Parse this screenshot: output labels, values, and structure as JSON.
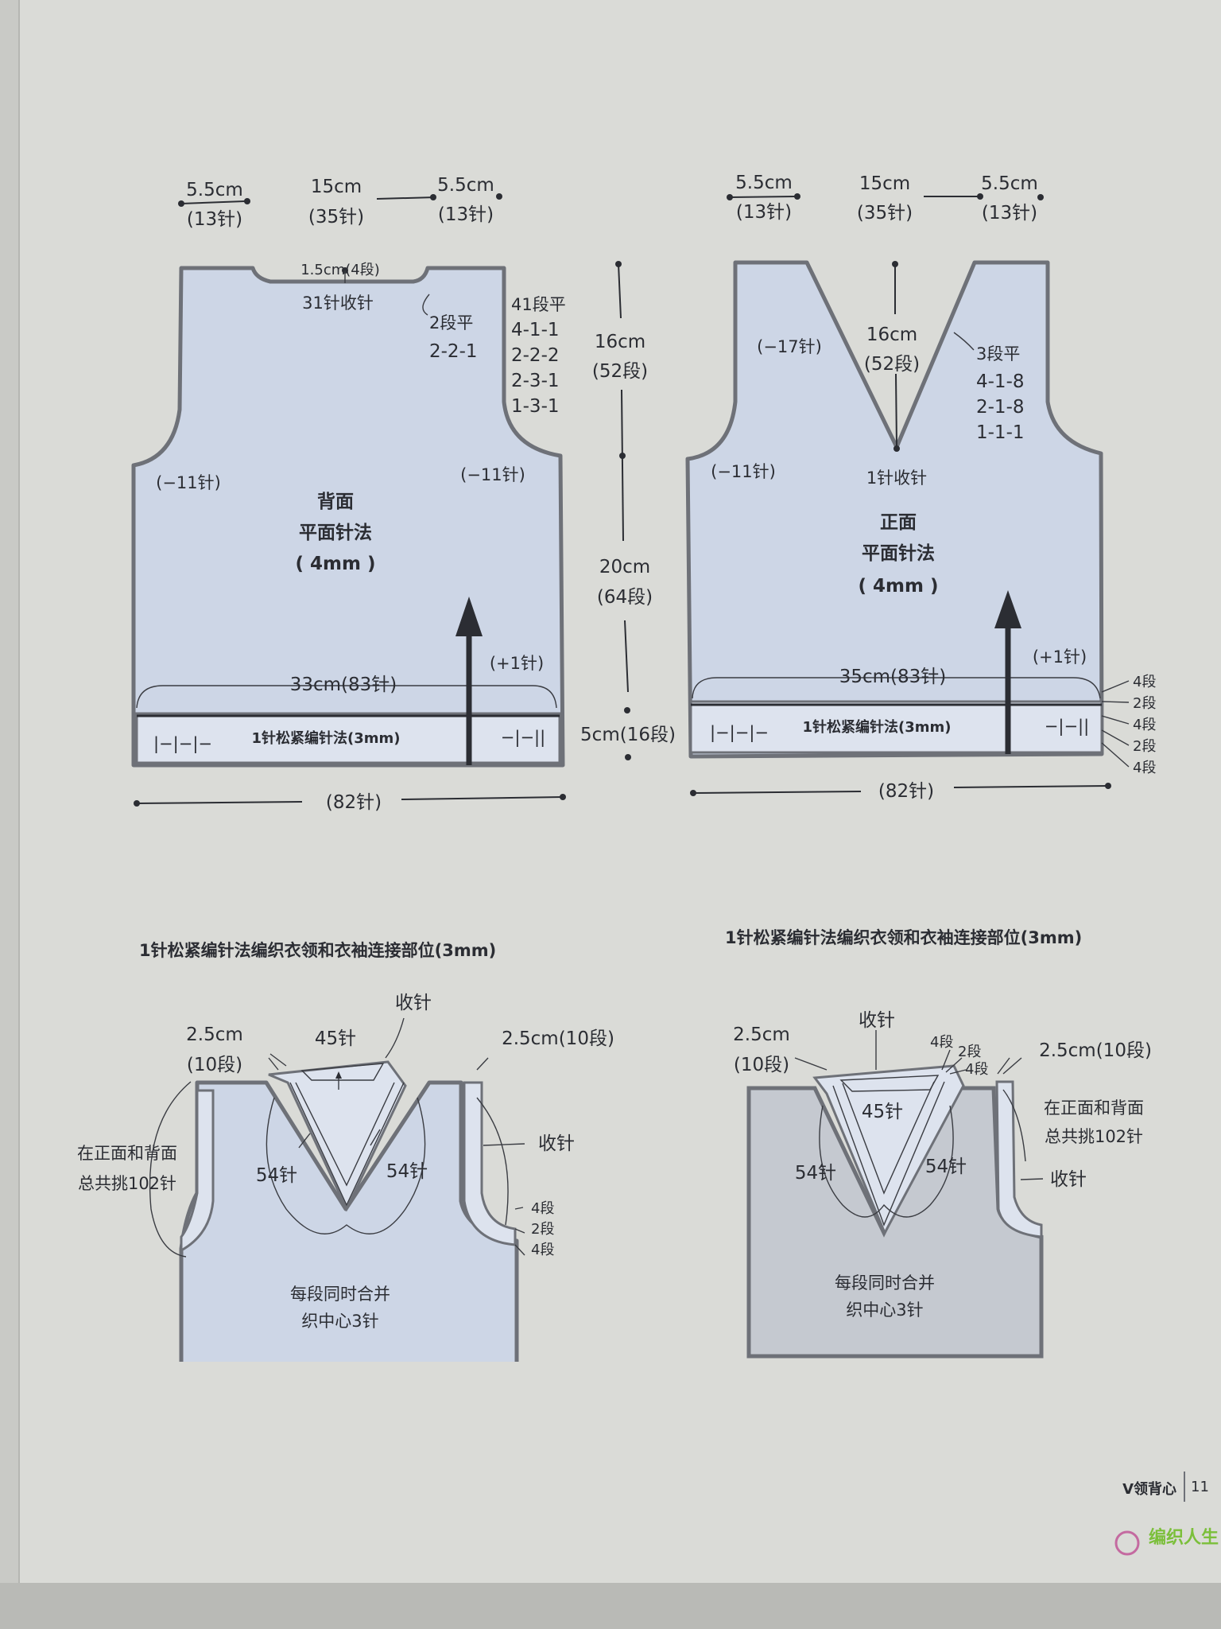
{
  "back": {
    "top_dims": [
      {
        "cm": "5.5cm",
        "st": "(13针)"
      },
      {
        "cm": "15cm",
        "st": "(35针)"
      },
      {
        "cm": "5.5cm",
        "st": "(13针)"
      }
    ],
    "neck_depth": "1.5cm(4段)",
    "neck_decrease": "31针收针",
    "shoulder_shaping": [
      "2段平",
      "2-2-1"
    ],
    "armhole_shaping": [
      "41段平",
      "4-1-1",
      "2-2-2",
      "2-3-1",
      "1-3-1"
    ],
    "left_dec": "(−11针)",
    "right_dec": "(−11针)",
    "title": "背面",
    "stitch": "平面针法",
    "needle": "( 4mm )",
    "inc": "(+1针)",
    "width": "33cm(83针)",
    "rib_label": "1针松紧编针法(3mm)",
    "rib_left": "|−|−|−",
    "rib_right": "−|−||",
    "bottom": "(82针)"
  },
  "side": {
    "upper": {
      "cm": "16cm",
      "rows": "(52段)"
    },
    "lower": {
      "cm": "20cm",
      "rows": "(64段)"
    },
    "rib": "5cm(16段)"
  },
  "front": {
    "top_dims": [
      {
        "cm": "5.5cm",
        "st": "(13针)"
      },
      {
        "cm": "15cm",
        "st": "(35针)"
      },
      {
        "cm": "5.5cm",
        "st": "(13针)"
      }
    ],
    "v_dec": "(−17针)",
    "v_depth": {
      "cm": "16cm",
      "rows": "(52段)"
    },
    "v_shaping": [
      "3段平",
      "4-1-8",
      "2-1-8",
      "1-1-1"
    ],
    "v_center": "1针收针",
    "left_dec": "(−11针)",
    "title": "正面",
    "stitch": "平面针法",
    "needle": "( 4mm )",
    "inc": "(+1针)",
    "width": "35cm(83针)",
    "rib_label": "1针松紧编针法(3mm)",
    "rib_left": "|−|−|−",
    "rib_right": "−|−||",
    "bottom": "(82针)",
    "rib_rows": [
      "4段",
      "2段",
      "4段",
      "2段",
      "4段"
    ]
  },
  "detail_left": {
    "heading": "1针松紧编针法编织衣领和衣袖连接部位(3mm)",
    "bind_off_top": "收针",
    "shoulder_band": {
      "cm": "2.5cm",
      "rows": "(10段)"
    },
    "neck_count": "45针",
    "right_band": "2.5cm(10段)",
    "pick_up": [
      "在正面和背面",
      "总共挑102针"
    ],
    "v_left": "54针",
    "v_right": "54针",
    "armhole_bind_off": "收针",
    "band_rows": [
      "4段",
      "2段",
      "4段"
    ],
    "center_note": [
      "每段同时合并",
      "织中心3针"
    ]
  },
  "detail_right": {
    "heading": "1针松紧编针法编织衣领和衣袖连接部位(3mm)",
    "bind_off_top": "收针",
    "shoulder_band": {
      "cm": "2.5cm",
      "rows": "(10段)"
    },
    "neck_count": "45针",
    "neck_rows": [
      "4段",
      "2段",
      "4段"
    ],
    "right_band": "2.5cm(10段)",
    "pick_up": [
      "在正面和背面",
      "总共挑102针"
    ],
    "v_left": "54针",
    "v_right": "54针",
    "armhole_bind_off": "收针",
    "center_note": [
      "每段同时合并",
      "织中心3针"
    ]
  },
  "footer": {
    "section": "V领背心",
    "page": "11",
    "watermark": "编织人生"
  }
}
